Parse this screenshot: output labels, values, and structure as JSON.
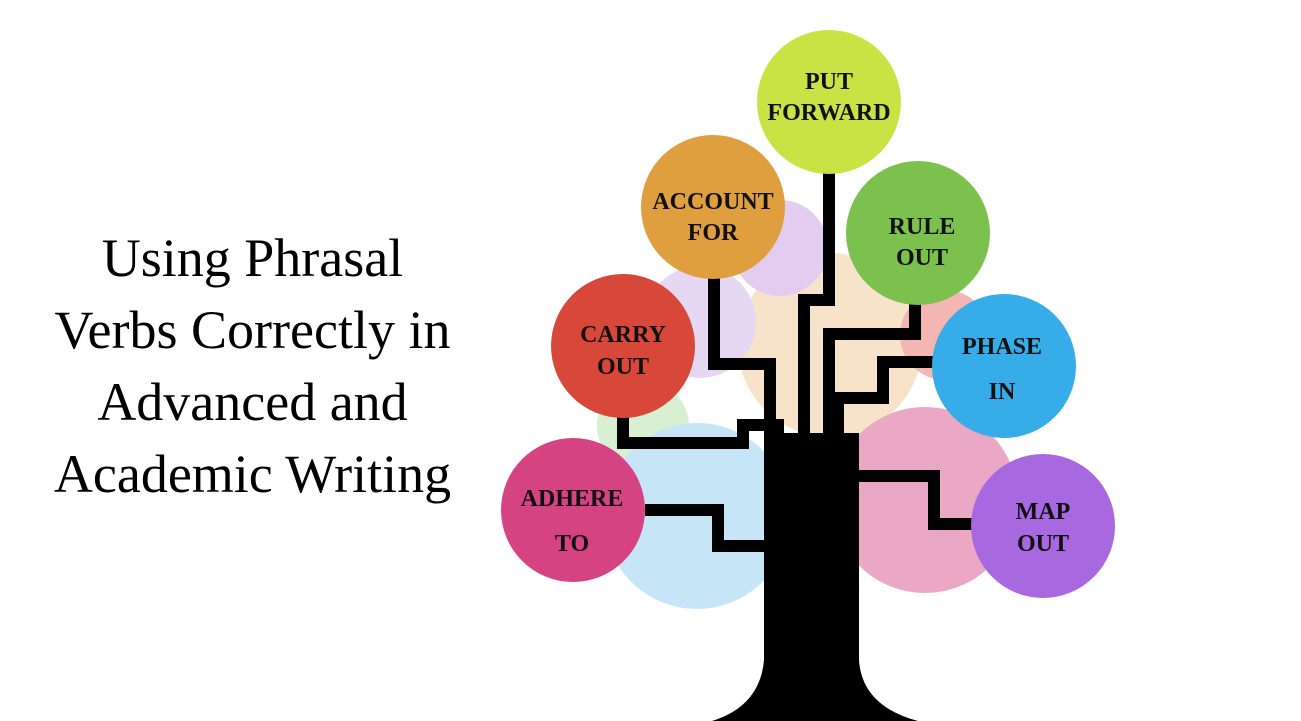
{
  "title": {
    "lines": [
      "Using Phrasal",
      "Verbs Correctly in",
      "Advanced and",
      "Academic Writing"
    ]
  },
  "tree": {
    "trunk_color": "#000000",
    "leaves": [
      {
        "id": "put-forward",
        "lines": [
          "PUT",
          "FORWARD"
        ],
        "color": "#c9e345"
      },
      {
        "id": "account-for",
        "lines": [
          "ACCOUNT",
          "FOR"
        ],
        "color": "#e09f3e"
      },
      {
        "id": "rule-out",
        "lines": [
          "RULE",
          "OUT"
        ],
        "color": "#7cc04e"
      },
      {
        "id": "carry-out",
        "lines": [
          "CARRY",
          "OUT"
        ],
        "color": "#d7483b"
      },
      {
        "id": "phase-in",
        "lines": [
          "PHASE",
          "IN"
        ],
        "color": "#36ade8"
      },
      {
        "id": "adhere-to",
        "lines": [
          "ADHERE",
          "TO"
        ],
        "color": "#d64382"
      },
      {
        "id": "map-out",
        "lines": [
          "MAP",
          "OUT"
        ],
        "color": "#a768e0"
      }
    ]
  }
}
